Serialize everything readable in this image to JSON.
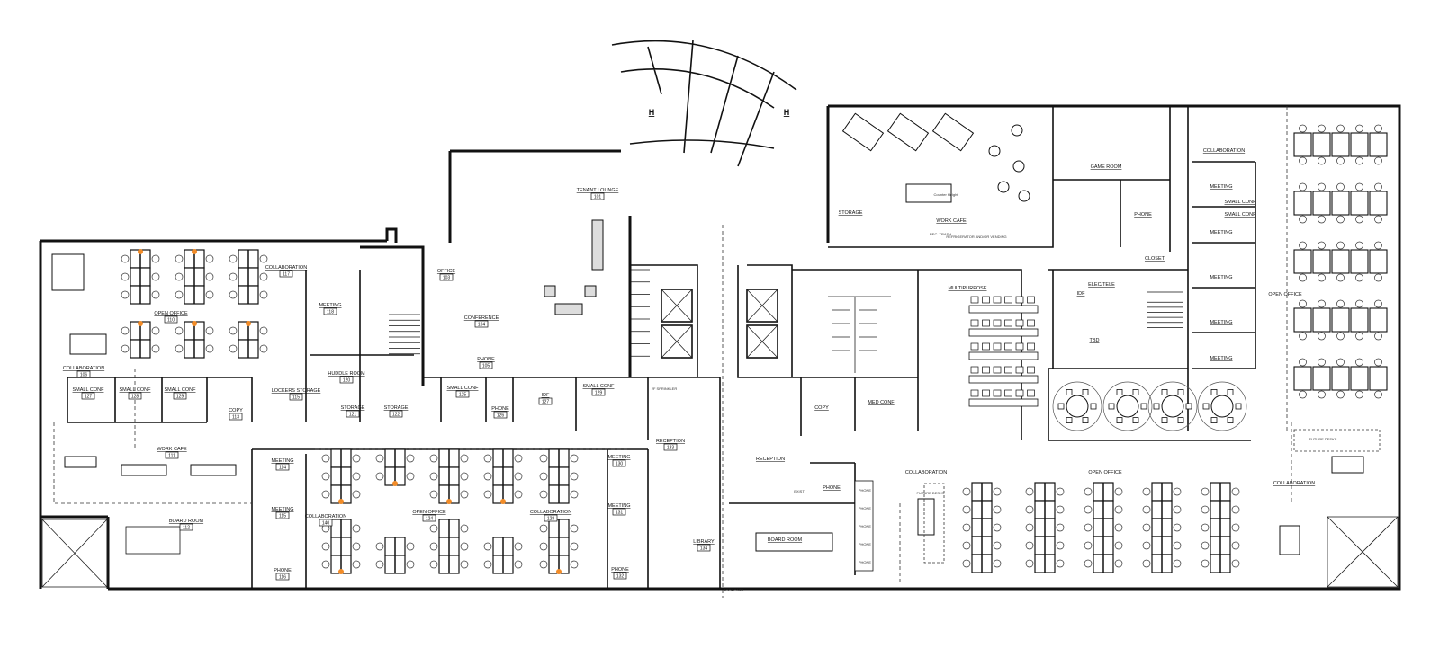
{
  "colors": {
    "walls": "#111111",
    "accent": "#f28c28",
    "background": "#ffffff"
  },
  "rooms": [
    {
      "label": "COLLABORATION",
      "number": "117"
    },
    {
      "label": "MEETING",
      "number": "118"
    },
    {
      "label": "OPEN OFFICE",
      "number": "110"
    },
    {
      "label": "COLLABORATION",
      "number": "106"
    },
    {
      "label": "SMALL CONF",
      "number": "127"
    },
    {
      "label": "SMALL CONF",
      "number": "128"
    },
    {
      "label": "SMALL CONF",
      "number": "129"
    },
    {
      "label": "COPY",
      "number": "113"
    },
    {
      "label": "LOCKERS STORAGE",
      "number": "115"
    },
    {
      "label": "HUDDLE ROOM",
      "number": "120"
    },
    {
      "label": "STORAGE",
      "number": "121"
    },
    {
      "label": "STORAGE",
      "number": "122"
    },
    {
      "label": "OFFICE",
      "number": "103"
    },
    {
      "label": "CONFERENCE",
      "number": "104"
    },
    {
      "label": "PHONE",
      "number": "105"
    },
    {
      "label": "TENANT LOUNGE",
      "number": "101"
    },
    {
      "label": "SMALL CONF",
      "number": "125"
    },
    {
      "label": "PHONE",
      "number": "126"
    },
    {
      "label": "IDF",
      "number": "127"
    },
    {
      "label": "SMALL CONF",
      "number": "129"
    },
    {
      "label": "WORK CAFE",
      "number": "111"
    },
    {
      "label": "BOARD ROOM",
      "number": "112"
    },
    {
      "label": "MEETING",
      "number": "114"
    },
    {
      "label": "MEETING",
      "number": "115"
    },
    {
      "label": "PHONE",
      "number": "116"
    },
    {
      "label": "COLLABORATION",
      "number": "140"
    },
    {
      "label": "OPEN OFFICE",
      "number": "124"
    },
    {
      "label": "COLLABORATION",
      "number": "128"
    },
    {
      "label": "MEETING",
      "number": "130"
    },
    {
      "label": "MEETING",
      "number": "131"
    },
    {
      "label": "PHONE",
      "number": "132"
    },
    {
      "label": "RECEPTION",
      "number": "133"
    },
    {
      "label": "LIBRARY",
      "number": "134"
    }
  ],
  "east_rooms": {
    "reception": "RECEPTION",
    "phone": "PHONE",
    "board_room": "BOARD ROOM",
    "collaboration_mid": "COLLABORATION",
    "future_desks": "FUTURE DESKS",
    "open_office_south": "OPEN OFFICE",
    "collaboration_se": "COLLABORATION",
    "future_desks_se": "FUTURE DESKS",
    "work_cafe": "WORK CAFE",
    "storage": "STORAGE",
    "counter": "Counter Height",
    "vending": "REFRIGERATOR AND/OR VENDING",
    "rec_trash": "REC. TRASH",
    "game_room": "GAME ROOM",
    "phone_ne": "PHONE",
    "closet": "CLOSET",
    "elec_tele": "ELEC/TELE",
    "idf": "IDF",
    "tbd": "TBD",
    "multipurpose": "MULTIPURPOSE",
    "med_conf": "MED CONF",
    "copy": "COPY",
    "collaboration_ne": "COLLABORATION",
    "small_conf_1": "SMALL CONF",
    "small_conf_2": "SMALL CONF",
    "open_office_ne": "OPEN OFFICE",
    "meeting": "MEETING",
    "phone_booth": "PHONE",
    "exist": "EXIST",
    "bookcase": "BOOKCASE",
    "sprinkler": "2F SPRINKLER"
  },
  "markers": {
    "helipad_left": "H",
    "helipad_right": "H"
  }
}
